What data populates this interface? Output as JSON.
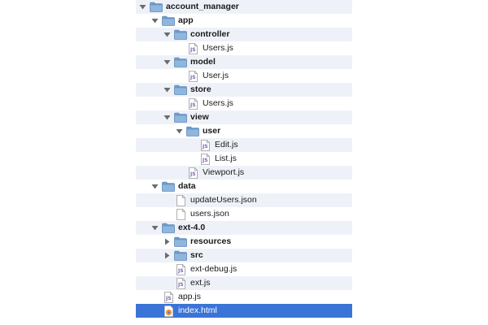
{
  "window": {
    "title": ""
  },
  "colors": {
    "alt_row": "#eef2f8",
    "selected_row": "#3a74d6",
    "folder": "#7fa8cf",
    "js_badge": "#7a5fb0"
  },
  "tree": {
    "rows": [
      {
        "label": "account_manager",
        "type": "folder",
        "depth": 0,
        "expanded": true,
        "icon": "folder-icon"
      },
      {
        "label": "app",
        "type": "folder",
        "depth": 1,
        "expanded": true,
        "icon": "folder-icon"
      },
      {
        "label": "controller",
        "type": "folder",
        "depth": 2,
        "expanded": true,
        "icon": "folder-icon"
      },
      {
        "label": "Users.js",
        "type": "file",
        "depth": 3,
        "icon": "js-file-icon"
      },
      {
        "label": "model",
        "type": "folder",
        "depth": 2,
        "expanded": true,
        "icon": "folder-icon"
      },
      {
        "label": "User.js",
        "type": "file",
        "depth": 3,
        "icon": "js-file-icon"
      },
      {
        "label": "store",
        "type": "folder",
        "depth": 2,
        "expanded": true,
        "icon": "folder-icon"
      },
      {
        "label": "Users.js",
        "type": "file",
        "depth": 3,
        "icon": "js-file-icon"
      },
      {
        "label": "view",
        "type": "folder",
        "depth": 2,
        "expanded": true,
        "icon": "folder-icon"
      },
      {
        "label": "user",
        "type": "folder",
        "depth": 3,
        "expanded": true,
        "icon": "folder-icon"
      },
      {
        "label": "Edit.js",
        "type": "file",
        "depth": 4,
        "icon": "js-file-icon"
      },
      {
        "label": "List.js",
        "type": "file",
        "depth": 4,
        "icon": "js-file-icon"
      },
      {
        "label": "Viewport.js",
        "type": "file",
        "depth": 3,
        "icon": "js-file-icon"
      },
      {
        "label": "data",
        "type": "folder",
        "depth": 1,
        "expanded": true,
        "icon": "folder-icon"
      },
      {
        "label": "updateUsers.json",
        "type": "file",
        "depth": 2,
        "icon": "blank-file-icon"
      },
      {
        "label": "users.json",
        "type": "file",
        "depth": 2,
        "icon": "blank-file-icon"
      },
      {
        "label": "ext-4.0",
        "type": "folder",
        "depth": 1,
        "expanded": true,
        "icon": "folder-icon"
      },
      {
        "label": "resources",
        "type": "folder",
        "depth": 2,
        "expanded": false,
        "icon": "folder-icon"
      },
      {
        "label": "src",
        "type": "folder",
        "depth": 2,
        "expanded": false,
        "icon": "folder-icon"
      },
      {
        "label": "ext-debug.js",
        "type": "file",
        "depth": 2,
        "icon": "js-file-icon"
      },
      {
        "label": "ext.js",
        "type": "file",
        "depth": 2,
        "icon": "js-file-icon"
      },
      {
        "label": "app.js",
        "type": "file",
        "depth": 1,
        "icon": "js-file-icon"
      },
      {
        "label": "index.html",
        "type": "file",
        "depth": 1,
        "icon": "html-file-icon",
        "selected": true
      }
    ]
  }
}
